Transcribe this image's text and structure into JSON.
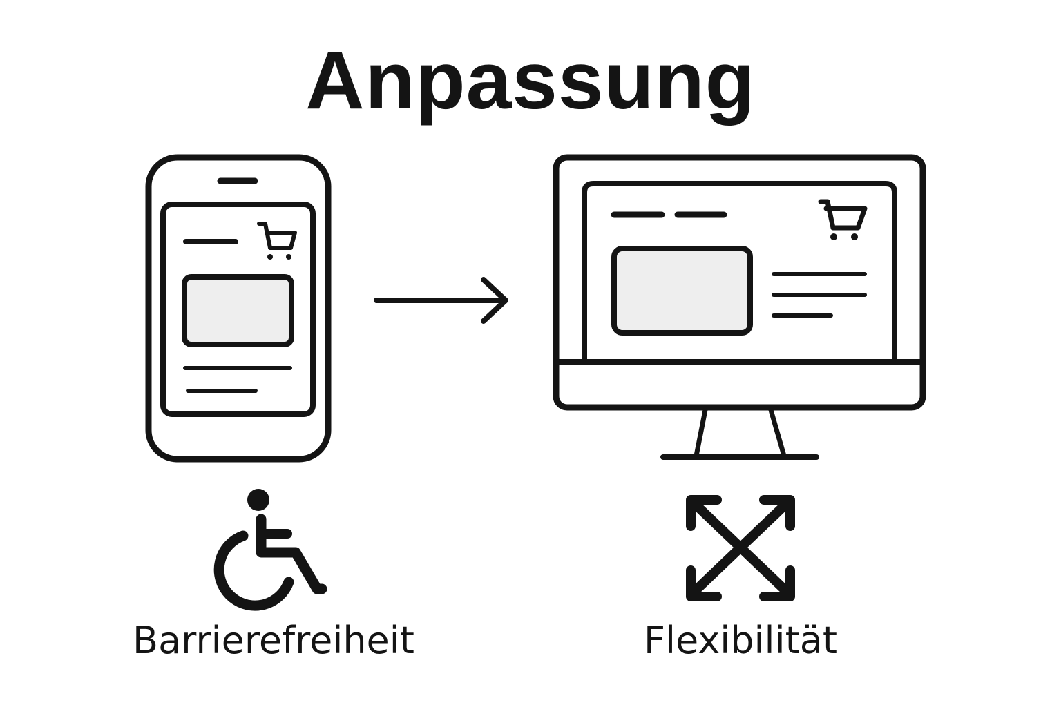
{
  "title": "Anpassung",
  "labels": {
    "left": "Barrierefreiheit",
    "right": "Flexibilität"
  },
  "icons": {
    "mobile": "smartphone-icon",
    "desktop": "desktop-monitor-icon",
    "arrow": "arrow-right-icon",
    "accessibility": "wheelchair-icon",
    "flexibility": "expand-arrows-icon",
    "cart": "shopping-cart-icon"
  },
  "colors": {
    "stroke": "#141414",
    "placeholder_fill": "#eeeeee",
    "background": "#ffffff"
  }
}
